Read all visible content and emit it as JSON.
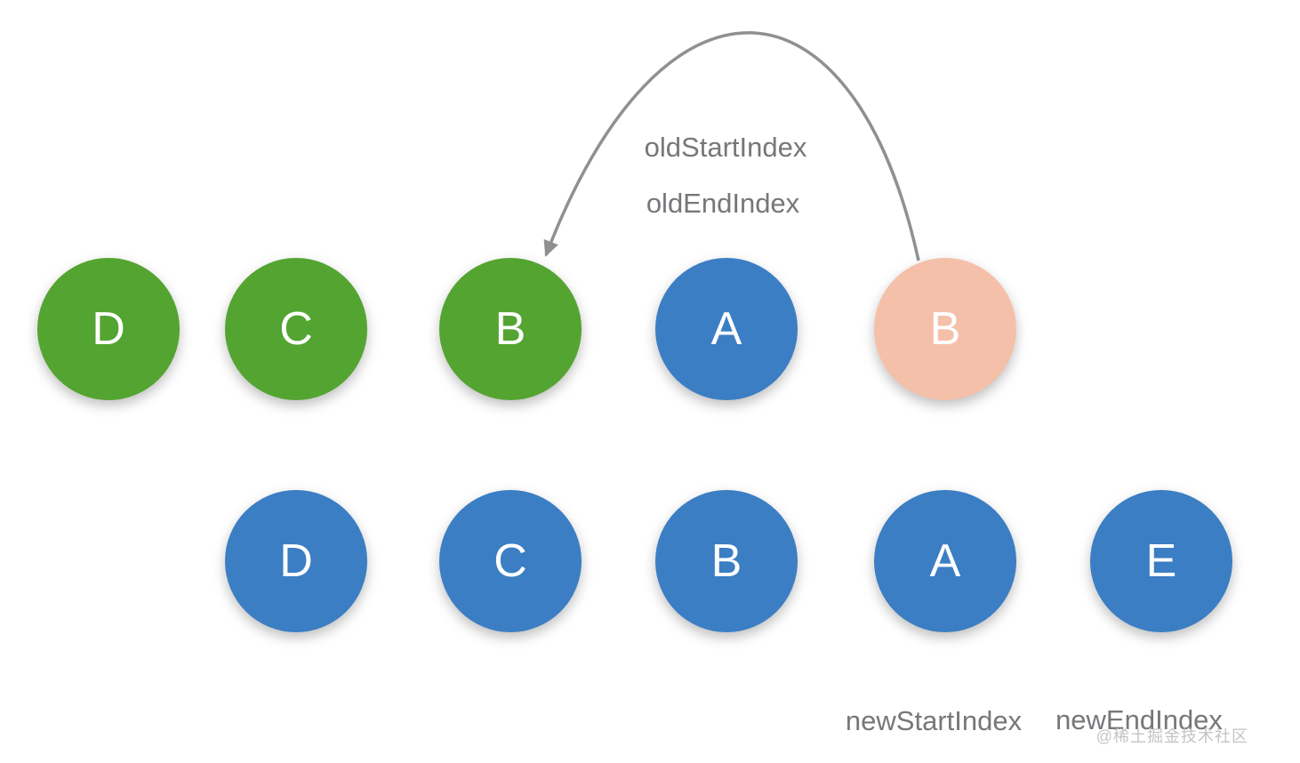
{
  "colors": {
    "green": "#54a431",
    "blue": "#3b7ec4",
    "pink": "#f5c0a9",
    "node_text": "#ffffff",
    "label_text": "#76777a",
    "arrow": "#8f9091",
    "watermark_text": "#c4c4c4"
  },
  "old_list": {
    "nodes": [
      {
        "label": "D",
        "state": "green"
      },
      {
        "label": "C",
        "state": "green"
      },
      {
        "label": "B",
        "state": "green"
      },
      {
        "label": "A",
        "state": "blue"
      },
      {
        "label": "B",
        "state": "pink"
      }
    ]
  },
  "new_list": {
    "nodes": [
      {
        "label": "D",
        "state": "blue"
      },
      {
        "label": "C",
        "state": "blue"
      },
      {
        "label": "B",
        "state": "blue"
      },
      {
        "label": "A",
        "state": "blue"
      },
      {
        "label": "E",
        "state": "blue"
      }
    ]
  },
  "annotations": {
    "old_start": "oldStartIndex",
    "old_end": "oldEndIndex",
    "new_start": "newStartIndex",
    "new_end": "newEndIndex"
  },
  "watermark": "@稀土掘金技术社区"
}
